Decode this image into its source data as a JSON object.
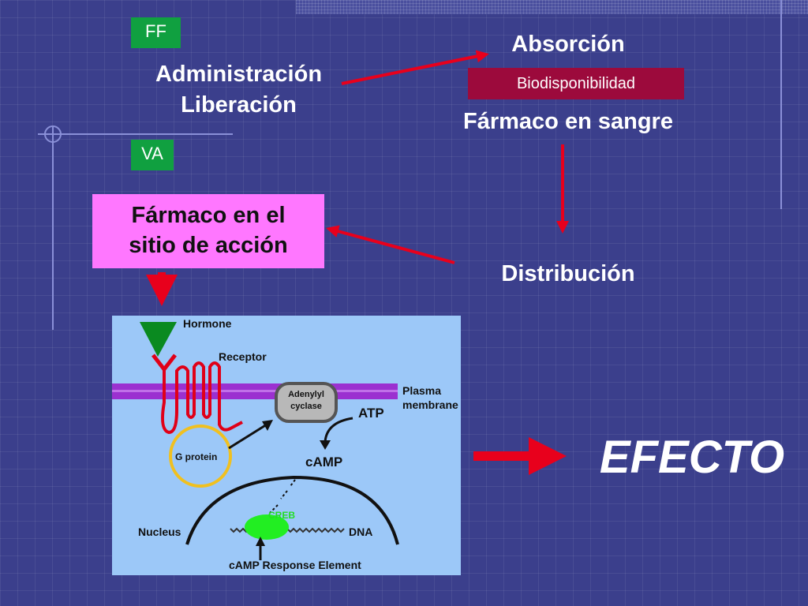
{
  "labels": {
    "ff": "FF",
    "va": "VA",
    "administracion": "Administración",
    "liberacion": "Liberación",
    "absorcion": "Absorción",
    "biodisponibilidad": "Biodisponibilidad",
    "farmaco_sangre": "Fármaco en sangre",
    "farmaco_sitio_line1": "Fármaco en el",
    "farmaco_sitio_line2": "sitio de acción",
    "distribucion": "Distribución",
    "efecto": "EFECTO"
  },
  "figure": {
    "hormone": "Hormone",
    "receptor": "Receptor",
    "plasma_line1": "Plasma",
    "plasma_line2": "membrane",
    "adenylyl_line1": "Adenylyl",
    "adenylyl_line2": "cyclase",
    "atp": "ATP",
    "camp": "cAMP",
    "g_protein": "G protein",
    "creb": "CREB",
    "nucleus": "Nucleus",
    "dna": "DNA",
    "response_element": "cAMP Response Element"
  },
  "colors": {
    "background": "#3b3f8c",
    "green_box": "#10a040",
    "biodisp_box": "#9c0a3c",
    "pink_box": "#ff77ff",
    "arrow_red": "#e8001c",
    "figure_bg": "#9cc8f8",
    "membrane": "#9b30d0",
    "receptor": "#e00018",
    "hormone": "#0a8a20",
    "creb": "#22ee22",
    "g_protein_ring": "#f0c020"
  }
}
